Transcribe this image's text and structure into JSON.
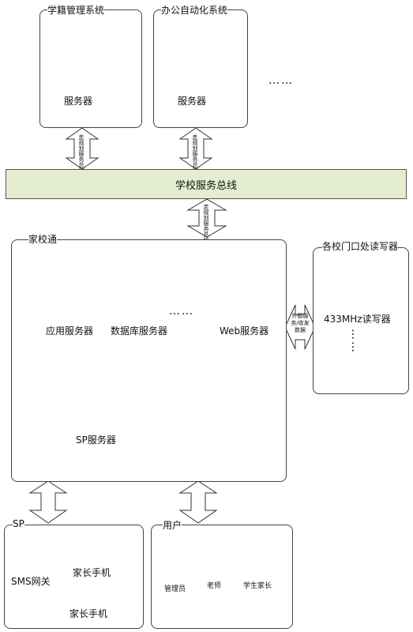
{
  "top_systems": [
    {
      "title": "学籍管理系统",
      "server_label": "服务器"
    },
    {
      "title": "办公自动化系统",
      "server_label": "服务器"
    }
  ],
  "top_ellipsis": "……",
  "bus_label": "学校服务总线",
  "bus_arrow_text": "走规划服务总线",
  "jiaxiaotong": {
    "title": "家校通",
    "servers": [
      "应用服务器",
      "数据库服务器",
      "Web服务器"
    ],
    "ellipsis": "……",
    "sp_server": "SP服务器"
  },
  "exchange_arrow_text": "外部服务/收发数据",
  "readers": {
    "title": "各校门口处读写器",
    "device": "433MHz读写器",
    "ellipsis": "……"
  },
  "sp": {
    "title": "SP",
    "gateway": "SMS网关",
    "phones": [
      "家长手机",
      "家长手机"
    ]
  },
  "users": {
    "title": "用户",
    "items": [
      "管理员",
      "老师",
      "学生家长"
    ]
  }
}
